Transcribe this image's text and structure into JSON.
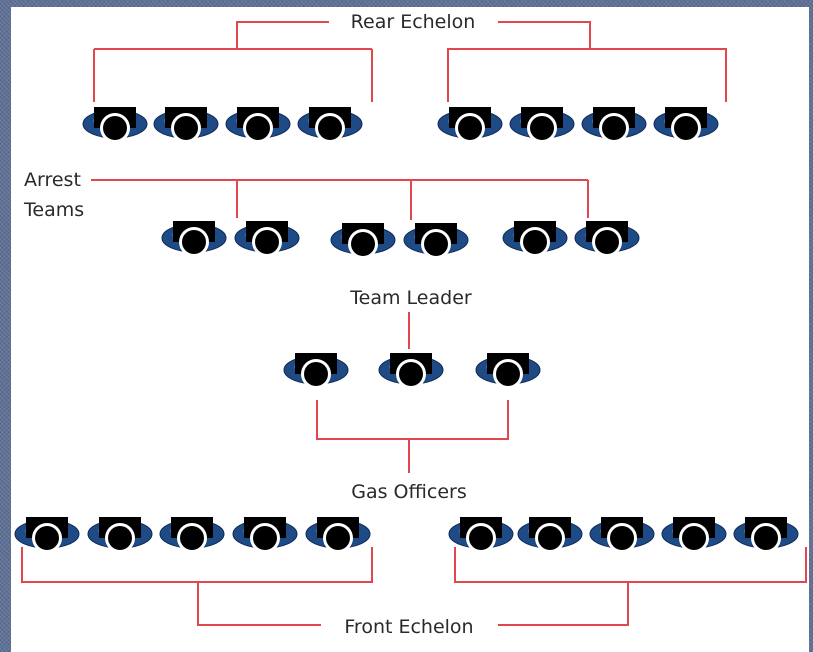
{
  "labels": {
    "rear_echelon": "Rear Echelon",
    "arrest_line1": "Arrest",
    "arrest_line2": "Teams",
    "team_leader": "Team Leader",
    "gas_officers": "Gas Officers",
    "front_echelon": "Front Echelon"
  },
  "colors": {
    "connector": "#e0474f",
    "shield": "#1e4a86",
    "officer": "#000000",
    "frame": "#5f7196",
    "text": "#2a2a2a"
  },
  "groups": [
    {
      "name": "rear-echelon-left",
      "count": 4
    },
    {
      "name": "rear-echelon-right",
      "count": 4
    },
    {
      "name": "arrest-team-1",
      "count": 2
    },
    {
      "name": "arrest-team-2",
      "count": 2
    },
    {
      "name": "arrest-team-3",
      "count": 2
    },
    {
      "name": "team-leader",
      "count": 3
    },
    {
      "name": "front-echelon-left",
      "count": 5
    },
    {
      "name": "front-echelon-right",
      "count": 5
    }
  ]
}
